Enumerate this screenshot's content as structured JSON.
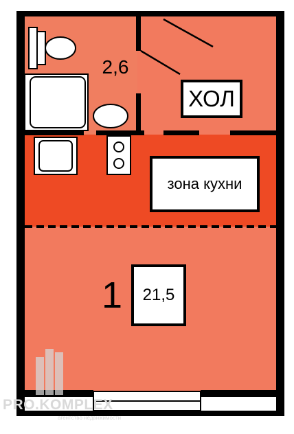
{
  "colors": {
    "room": "#F27A5E",
    "kitchen_zone": "#EE4A24",
    "bathroom": "#F07E60",
    "wall": "#000000",
    "fixture": "#FFFFFF",
    "watermark": "#D0D0D0"
  },
  "rooms": {
    "bathroom": {
      "area": "2,6"
    },
    "hall": {
      "label": "ХОЛ"
    },
    "kitchen": {
      "label": "зона кухни"
    },
    "main": {
      "number": "1",
      "area": "21,5"
    }
  },
  "watermark": {
    "brand": "PRO.KOMPLEX",
    "tagline": "агентство недвижимости"
  }
}
